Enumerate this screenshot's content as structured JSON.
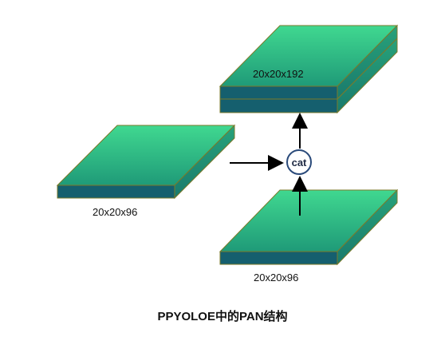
{
  "diagram": {
    "nodes": {
      "left": {
        "label": "20x20x96"
      },
      "bottom": {
        "label": "20x20x96"
      },
      "output": {
        "label": "20x20x192"
      },
      "concat": {
        "label": "cat"
      }
    },
    "caption": "PPYOLOE中的PAN结构",
    "colors": {
      "top_face_light": "#40d890",
      "top_face_dark": "#1f9a78",
      "front_face": "#155f6e",
      "side_face": "#1d8870",
      "edge": "#7a7a2a",
      "arrow": "#000000",
      "node_border": "#2a4a7a"
    }
  }
}
